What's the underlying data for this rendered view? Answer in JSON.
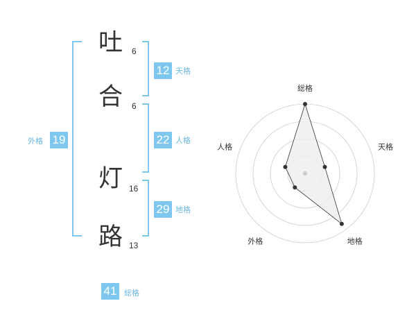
{
  "name": {
    "chars": [
      {
        "char": "吐",
        "strokes": "6"
      },
      {
        "char": "合",
        "strokes": "6"
      },
      {
        "char": "灯",
        "strokes": "16"
      },
      {
        "char": "路",
        "strokes": "13"
      }
    ]
  },
  "fortune": {
    "tenkaku": {
      "value": "12",
      "label": "天格"
    },
    "jinkaku": {
      "value": "22",
      "label": "人格"
    },
    "chikaku": {
      "value": "29",
      "label": "地格"
    },
    "gaikaku": {
      "value": "19",
      "label": "外格"
    },
    "soukaku": {
      "value": "41",
      "label": "総格"
    }
  },
  "chart_data": {
    "type": "radar",
    "axes": [
      "総格",
      "天格",
      "地格",
      "外格",
      "人格"
    ],
    "values": [
      1.0,
      0.3,
      0.9,
      0.25,
      0.3
    ],
    "range": [
      0,
      1
    ],
    "rings": 4,
    "colors": {
      "line": "#333333",
      "fill": "#eeeeee",
      "ring": "#cccccc",
      "center": "#cccccc"
    }
  },
  "colors": {
    "accent": "#7ec8ef",
    "accent_text": "#6ab9e6"
  }
}
